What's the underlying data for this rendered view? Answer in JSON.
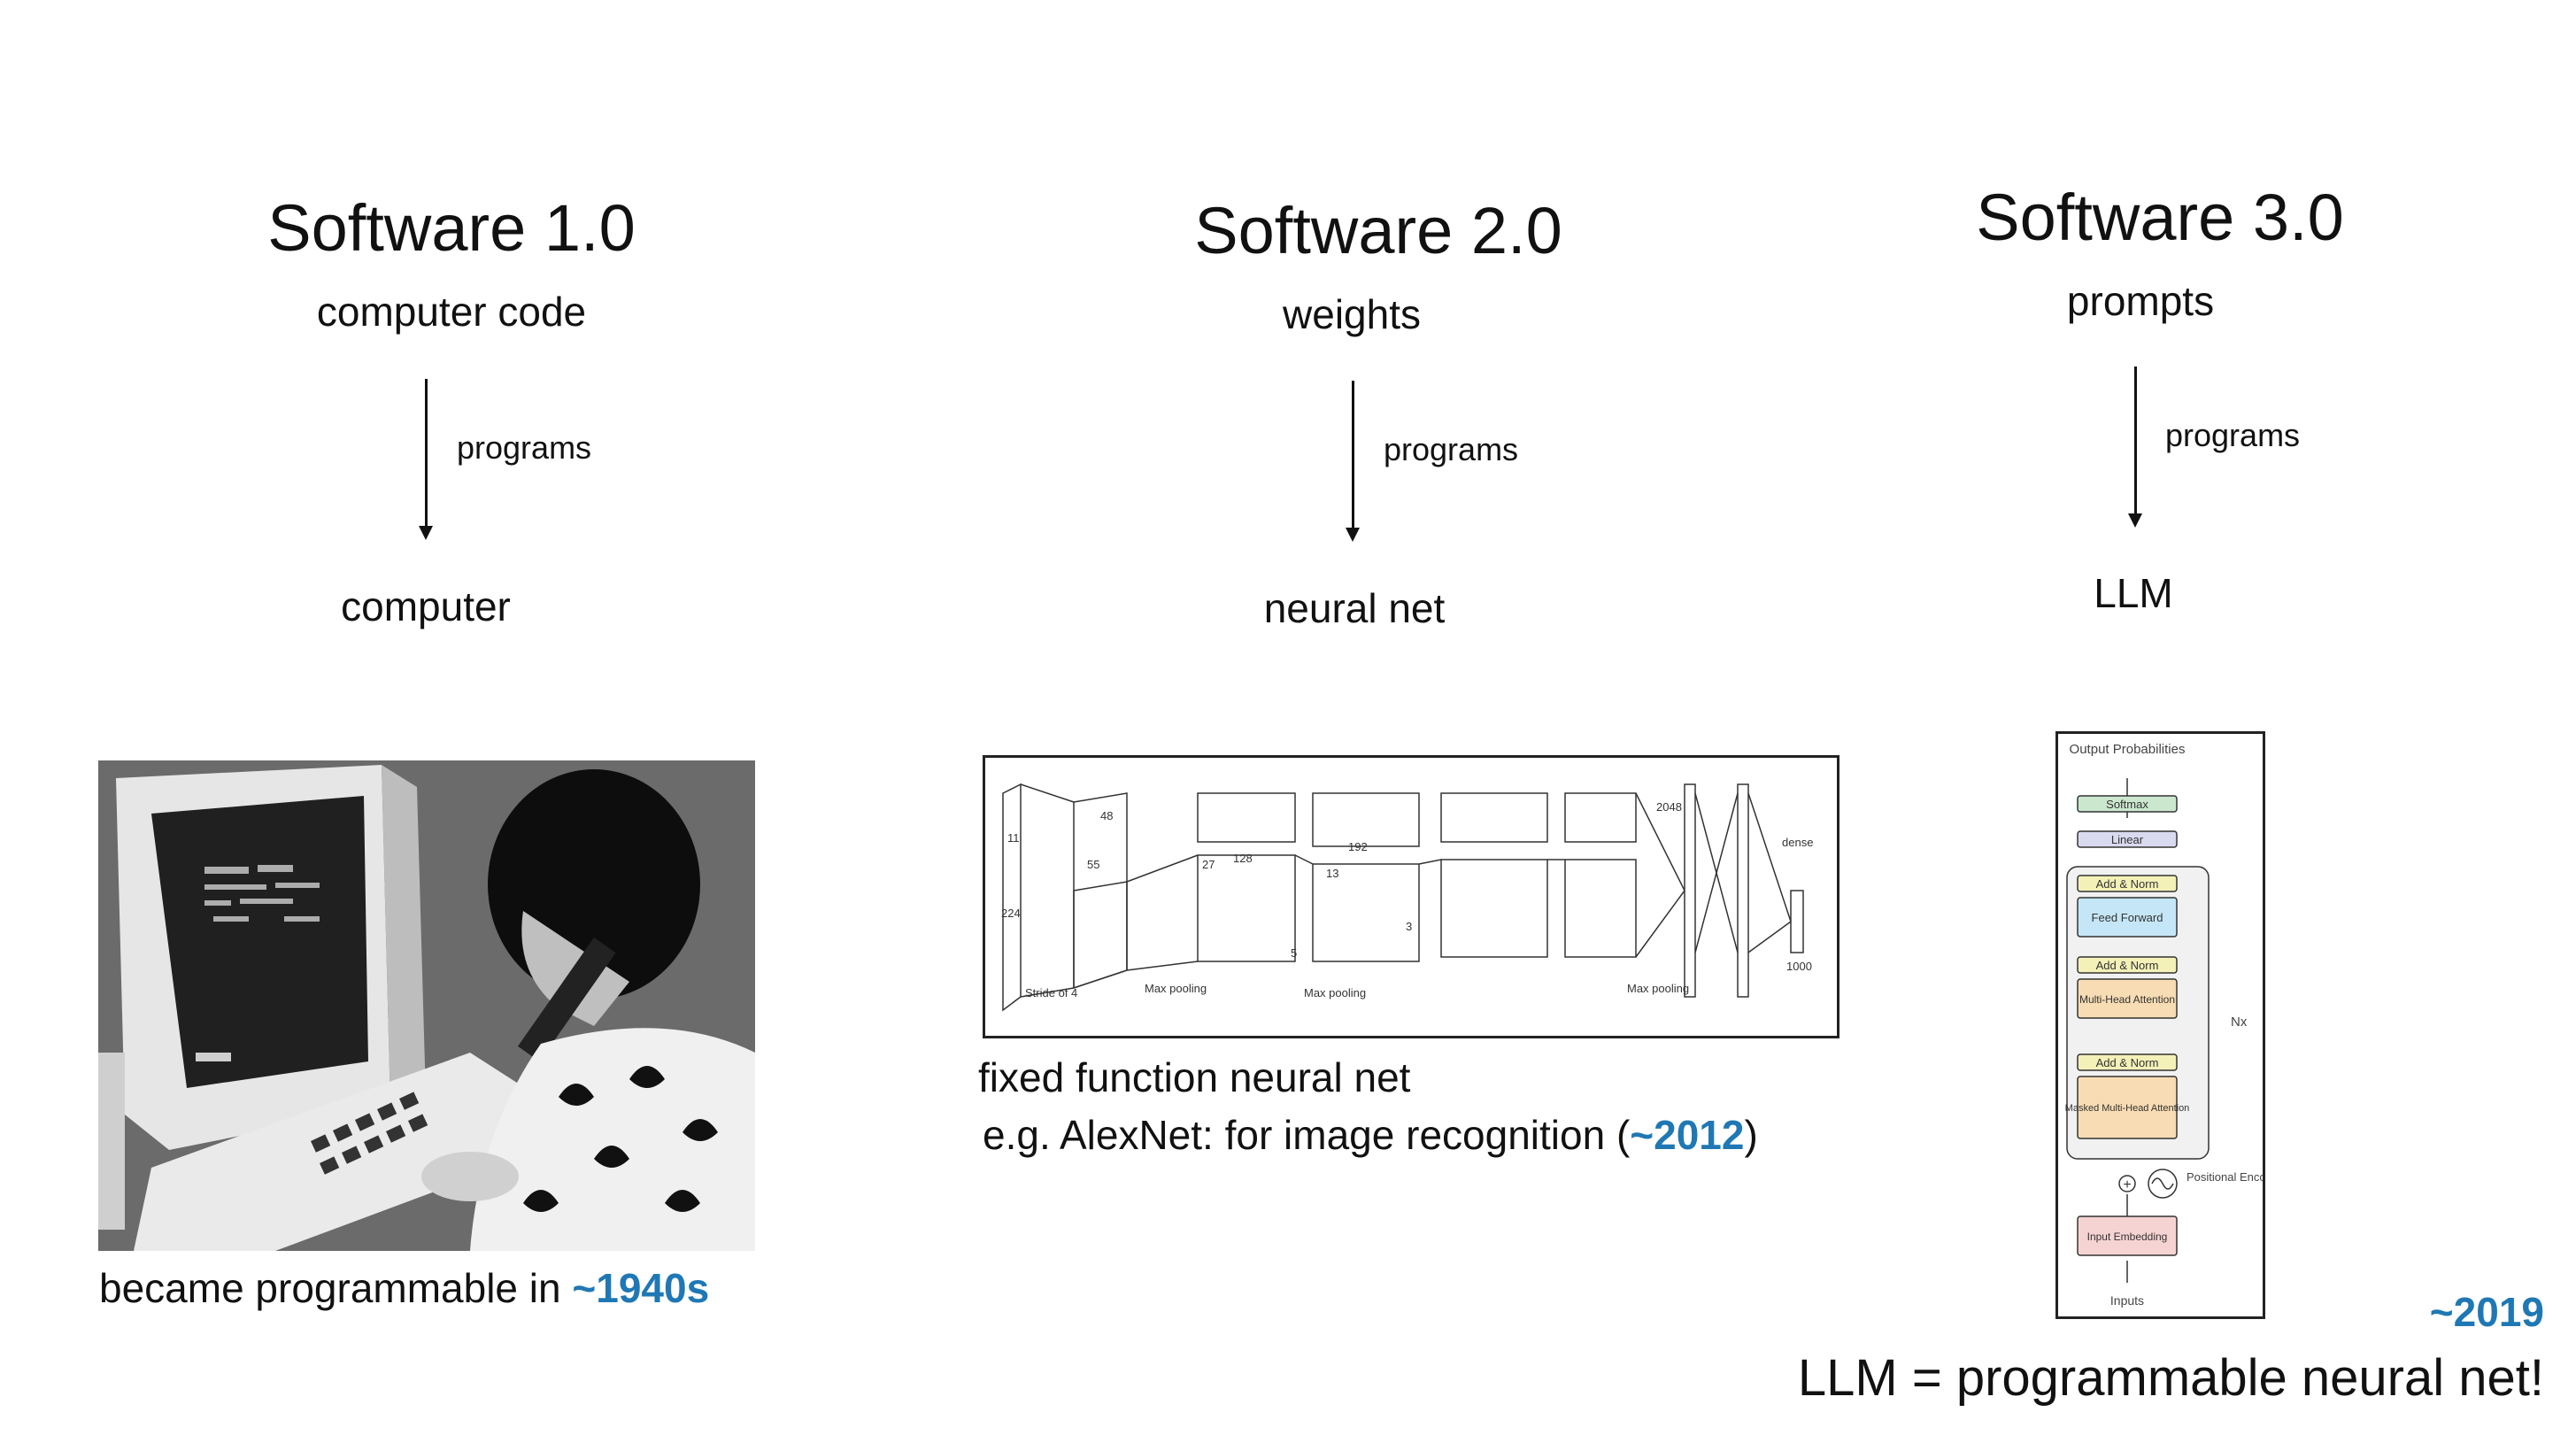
{
  "columns": [
    {
      "title": "Software 1.0",
      "subtitle": "computer code",
      "edge_label": "programs",
      "target": "computer"
    },
    {
      "title": "Software 2.0",
      "subtitle": "weights",
      "edge_label": "programs",
      "target": "neural net"
    },
    {
      "title": "Software 3.0",
      "subtitle": "prompts",
      "edge_label": "programs",
      "target": "LLM"
    }
  ],
  "panel1": {
    "caption_prefix": "became programmable in ",
    "caption_highlight": "~1940s"
  },
  "panel2": {
    "caption_line1": "fixed function neural net",
    "caption_line2_prefix": "e.g. AlexNet: for image recognition (",
    "caption_line2_highlight": "~2012",
    "caption_line2_suffix": ")",
    "diagram_labels": {
      "stride": "Stride of 4",
      "max_pooling": "Max pooling",
      "dense": "dense",
      "n224": "224",
      "n11": "11",
      "n55": "55",
      "n27": "27",
      "n13": "13",
      "n5": "5",
      "n3": "3",
      "n48": "48",
      "n128": "128",
      "n192": "192",
      "n2048": "2048",
      "n1000": "1000"
    }
  },
  "panel3": {
    "year": "~2019",
    "caption": "LLM = programmable neural net!",
    "transformer_labels": {
      "output_probabilities": "Output Probabilities",
      "softmax": "Softmax",
      "linear": "Linear",
      "add_norm": "Add & Norm",
      "feed_forward": "Feed Forward",
      "multi_head_attention": "Multi-Head Attention",
      "masked_multi_head_attention": "Masked Multi-Head Attention",
      "nx": "Nx",
      "positional_encoding": "Positional Encoding",
      "input_embedding": "Input Embedding",
      "inputs": "Inputs"
    }
  },
  "colors": {
    "accent": "#1f78b4",
    "text": "#111111"
  }
}
